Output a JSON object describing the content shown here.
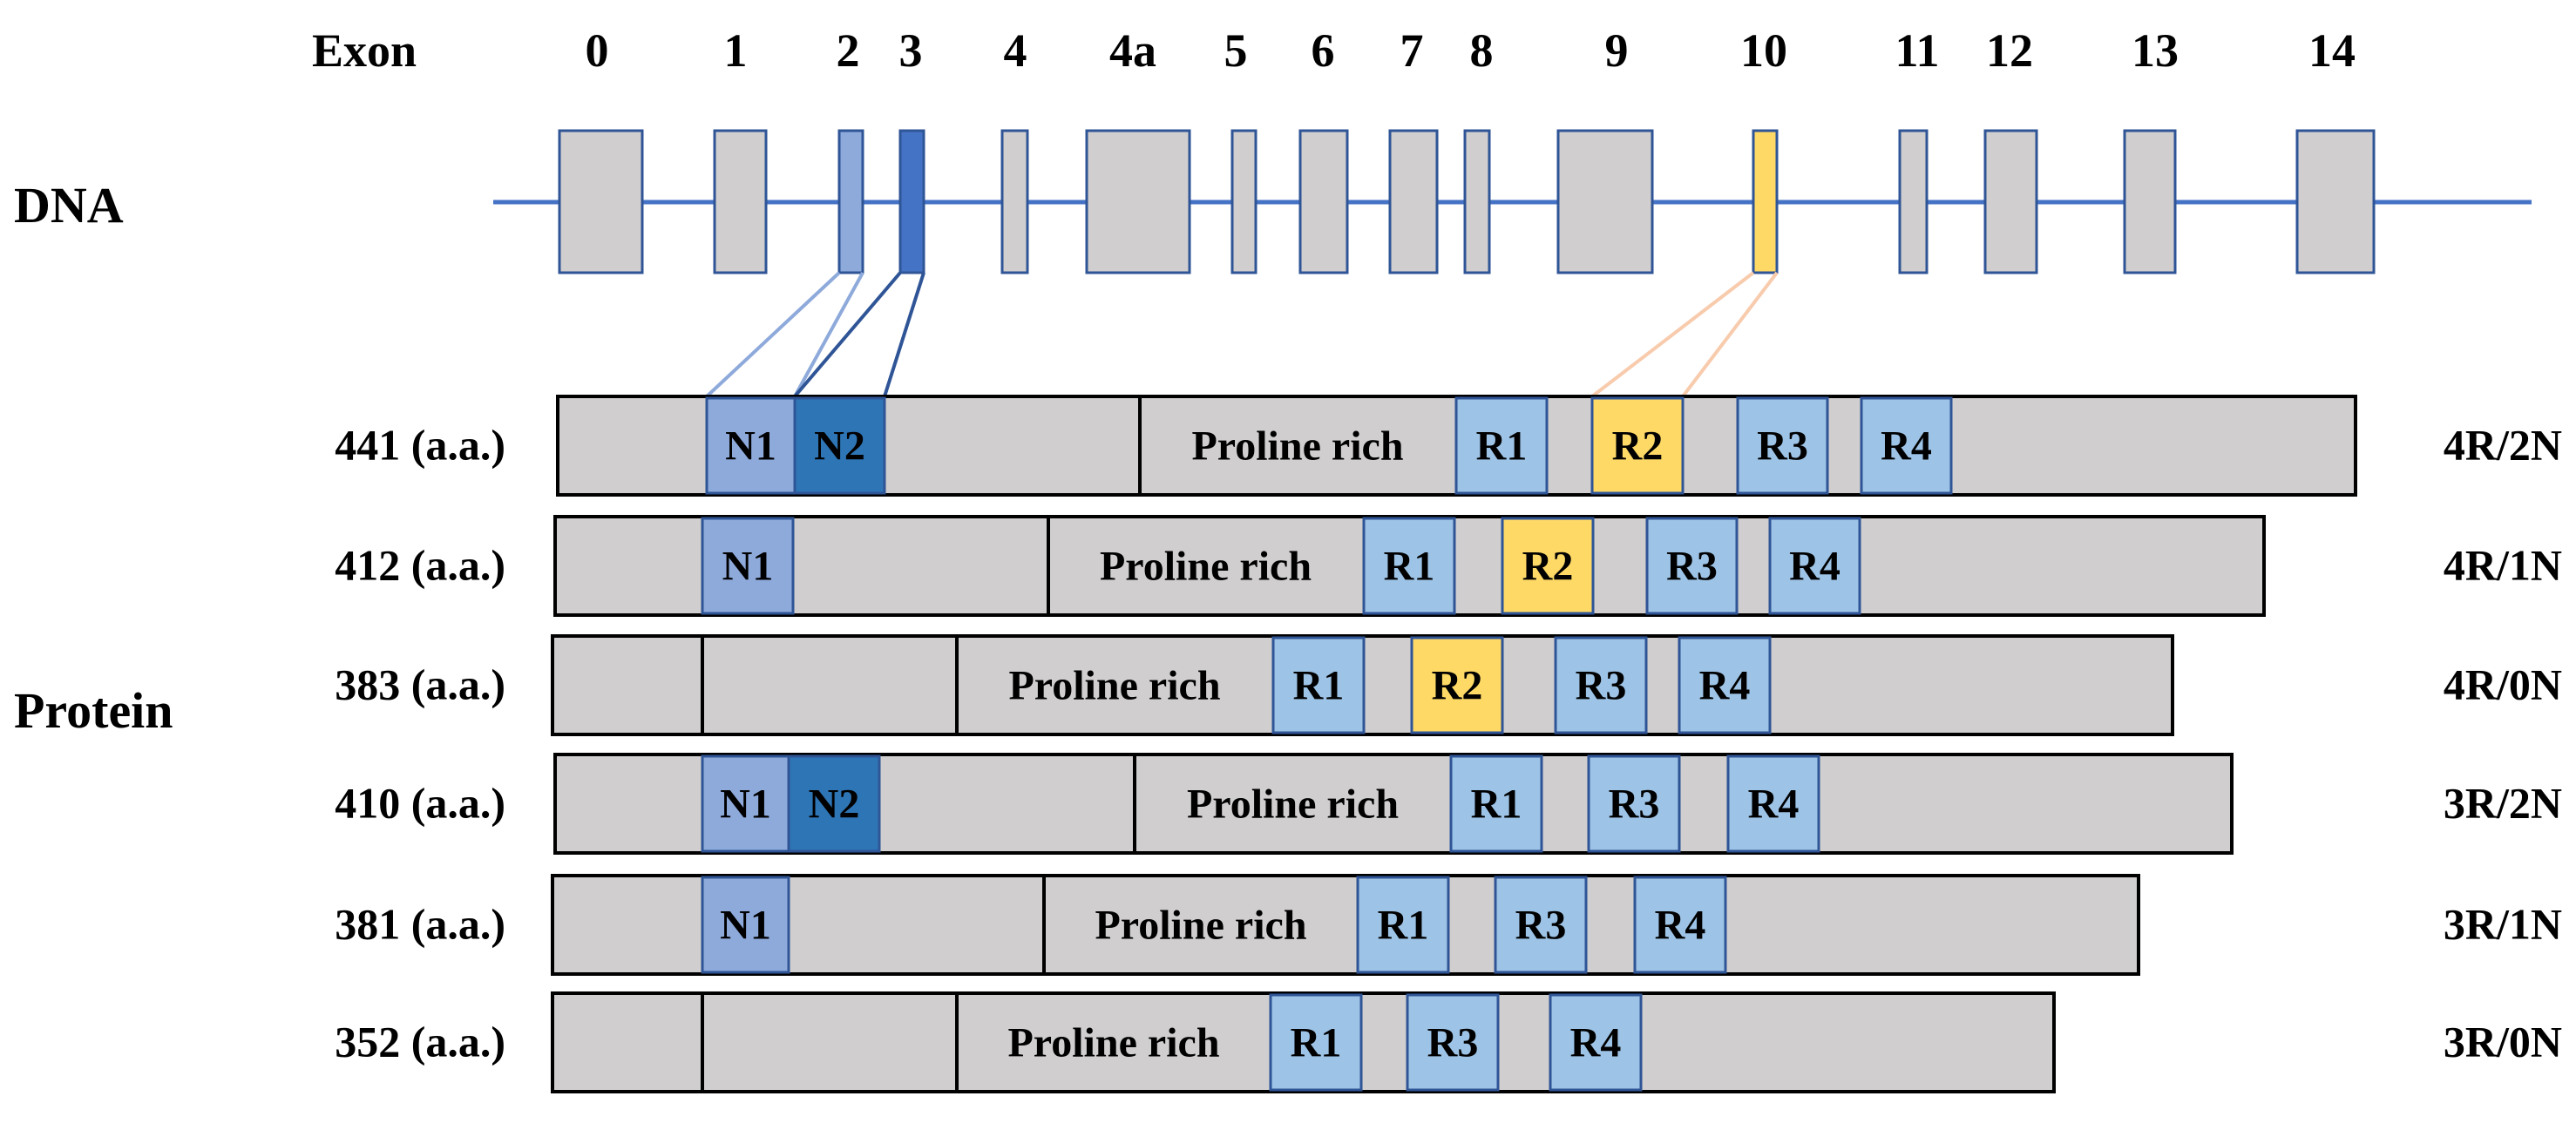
{
  "labels": {
    "exon_header": "Exon",
    "dna": "DNA",
    "protein": "Protein"
  },
  "exons": [
    "0",
    "1",
    "2",
    "3",
    "4",
    "4a",
    "5",
    "6",
    "7",
    "8",
    "9",
    "10",
    "11",
    "12",
    "13",
    "14"
  ],
  "colors": {
    "line": "#4472c4",
    "exon_gray": "#d0cece",
    "exon2": "#8eaadb",
    "exon3": "#4472c4",
    "exon10": "#ffd966",
    "N1": "#8eaadb",
    "N2": "#2e75b6",
    "R": "#9dc3e6",
    "R2": "#ffd966",
    "bar": "#d0cece",
    "connector_blue": "#8eaadb",
    "connector_dark": "#2f5597",
    "connector_orange": "#f8cbad"
  },
  "isoforms": [
    {
      "length": "441 (a.a.)",
      "name": "4R/2N",
      "segments": [
        "N1",
        "N2",
        "Proline rich",
        "R1",
        "R2",
        "R3",
        "R4"
      ]
    },
    {
      "length": "412 (a.a.)",
      "name": "4R/1N",
      "segments": [
        "N1",
        "Proline rich",
        "R1",
        "R2",
        "R3",
        "R4"
      ]
    },
    {
      "length": "383 (a.a.)",
      "name": "4R/0N",
      "segments": [
        "Proline rich",
        "R1",
        "R2",
        "R3",
        "R4"
      ]
    },
    {
      "length": "410 (a.a.)",
      "name": "3R/2N",
      "segments": [
        "N1",
        "N2",
        "Proline rich",
        "R1",
        "R3",
        "R4"
      ]
    },
    {
      "length": "381 (a.a.)",
      "name": "3R/1N",
      "segments": [
        "N1",
        "Proline rich",
        "R1",
        "R3",
        "R4"
      ]
    },
    {
      "length": "352 (a.a.)",
      "name": "3R/0N",
      "segments": [
        "Proline rich",
        "R1",
        "R3",
        "R4"
      ]
    }
  ]
}
